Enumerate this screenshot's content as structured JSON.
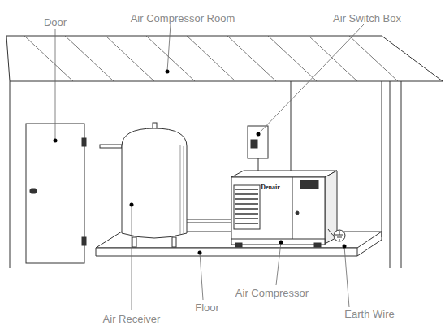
{
  "diagram": {
    "labels": [
      "Door",
      "Air Compressor Room",
      "Air Switch Box",
      "Denair",
      "Air Compressor",
      "Floor",
      "Air Receiver",
      "Earth Wire"
    ]
  }
}
